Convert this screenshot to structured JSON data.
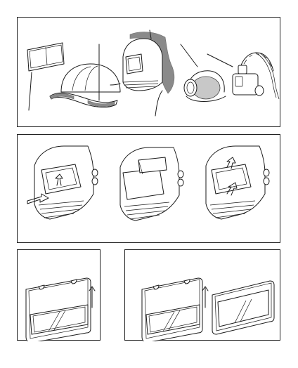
{
  "page": {
    "background": "#ffffff",
    "line_color": "#1a1a1a",
    "accent_gray": "#8a8a8a"
  },
  "panels": [
    {
      "id": "components",
      "items": [
        "cover-lens",
        "hard-hat",
        "welding-helmet-with-hood",
        "ear-protectors",
        "air-supply-unit"
      ]
    },
    {
      "id": "lens-change-steps",
      "items": [
        "step-push-release",
        "step-lift-frame",
        "step-insert-lens"
      ]
    },
    {
      "id": "cartridge-a",
      "items": [
        "filter-cartridge",
        "up-arrow"
      ]
    },
    {
      "id": "cartridge-b",
      "items": [
        "filter-cartridge",
        "up-arrow",
        "replacement-filter"
      ]
    }
  ]
}
